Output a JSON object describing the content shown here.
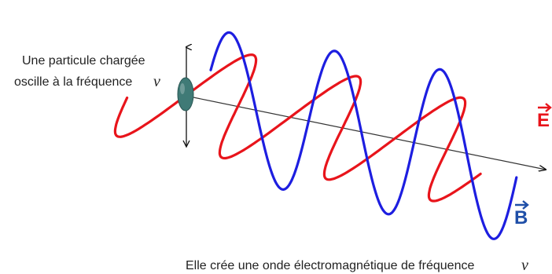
{
  "particle": {
    "label_line1": "Une particule chargée",
    "label_line2": "oscille à la fréquence",
    "frequency_symbol": "ν"
  },
  "wave": {
    "caption": "Elle crée une onde électromagnétique de fréquence",
    "frequency_symbol": "ν"
  },
  "fields": {
    "electric": {
      "label": "E",
      "color": "#e8141b"
    },
    "magnetic": {
      "label": "B",
      "color": "#1d1ee0"
    }
  },
  "colors": {
    "axis": "#333333",
    "particle": "#3f7a76",
    "arrow": "#111111",
    "text": "#222222"
  }
}
